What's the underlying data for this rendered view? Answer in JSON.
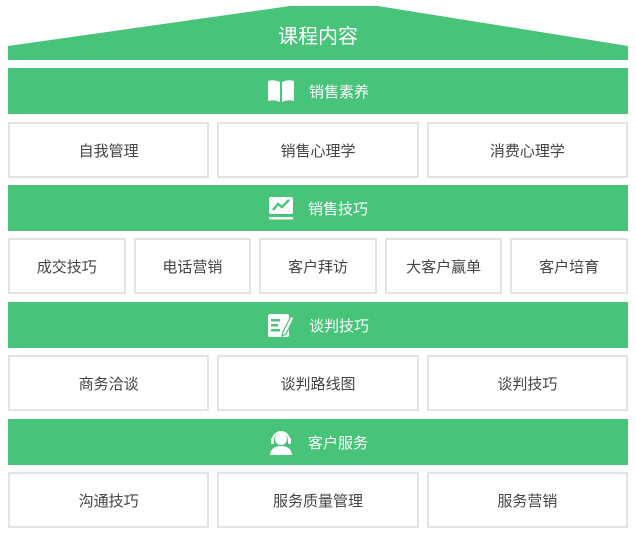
{
  "title": "课程内容",
  "colors": {
    "accent": "#47c47a",
    "border": "#e3e3e3"
  },
  "sections": [
    {
      "label": "销售素养",
      "icon": "book-icon",
      "items": [
        "自我管理",
        "销售心理学",
        "消费心理学"
      ]
    },
    {
      "label": "销售技巧",
      "icon": "chart-icon",
      "items": [
        "成交技巧",
        "电话营销",
        "客户拜访",
        "大客户赢单",
        "客户培育"
      ]
    },
    {
      "label": "谈判技巧",
      "icon": "edit-list-icon",
      "items": [
        "商务洽谈",
        "谈判路线图",
        "谈判技巧"
      ]
    },
    {
      "label": "客户服务",
      "icon": "headset-icon",
      "items": [
        "沟通技巧",
        "服务质量管理",
        "服务营销"
      ]
    }
  ]
}
